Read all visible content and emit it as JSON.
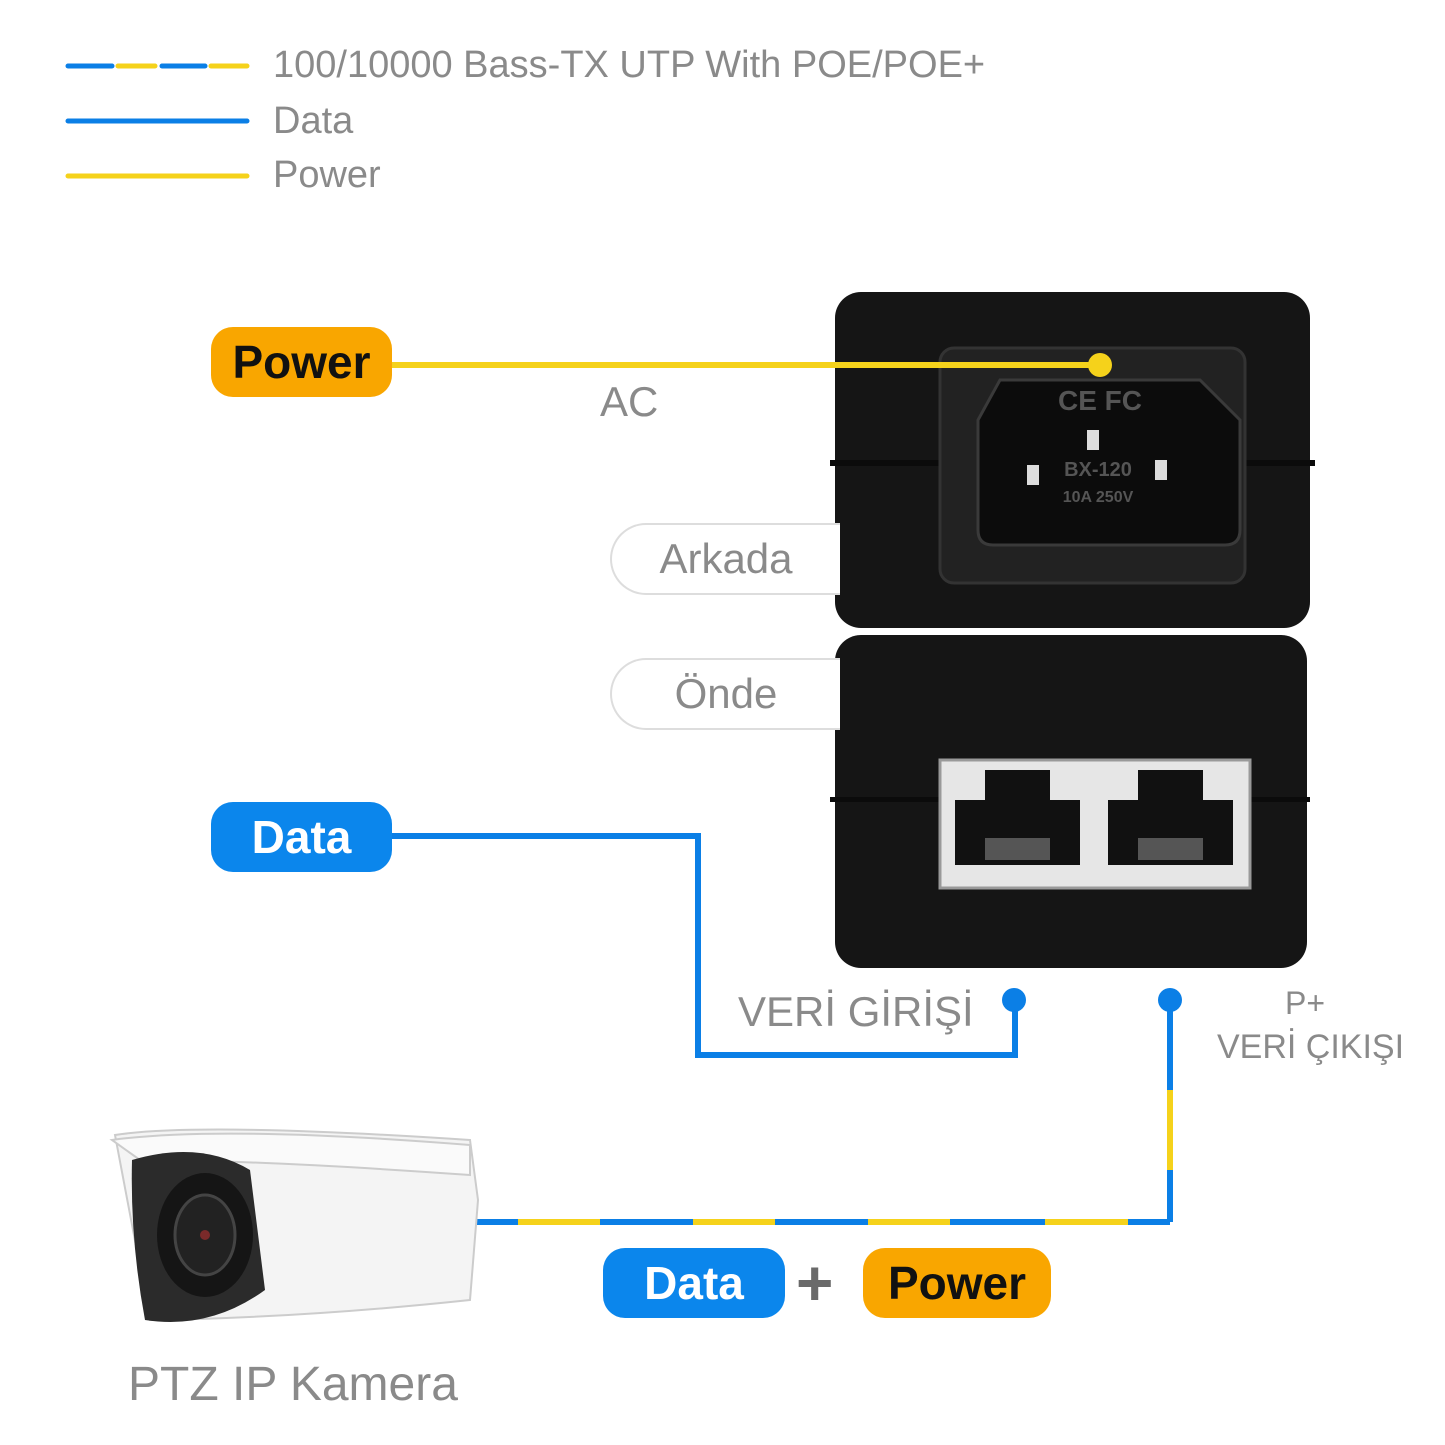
{
  "legend": {
    "items": [
      {
        "label": "100/10000 Bass-TX UTP With POE/POE+",
        "style": "dashed"
      },
      {
        "label": "Data",
        "style": "solid-blue"
      },
      {
        "label": "Power",
        "style": "solid-yellow"
      }
    ]
  },
  "colors": {
    "data": "#0b7fe6",
    "power": "#f5d21b",
    "power_pill": "#f9a600",
    "data_pill": "#0b86ec",
    "device": "#151515"
  },
  "labels": {
    "power_pill": "Power",
    "ac": "AC",
    "arkada": "Arkada",
    "onde": "Önde",
    "data_pill": "Data",
    "veri_girisi": "VERİ GİRİŞİ",
    "p_plus": "P+",
    "veri_cikisi": "VERİ ÇIKIŞI",
    "bottom_data": "Data",
    "plus": "+",
    "bottom_power": "Power",
    "camera": "PTZ IP Kamera"
  },
  "socket": {
    "model": "BX-120",
    "rating": "10A 250V",
    "marks": "CE FC"
  }
}
